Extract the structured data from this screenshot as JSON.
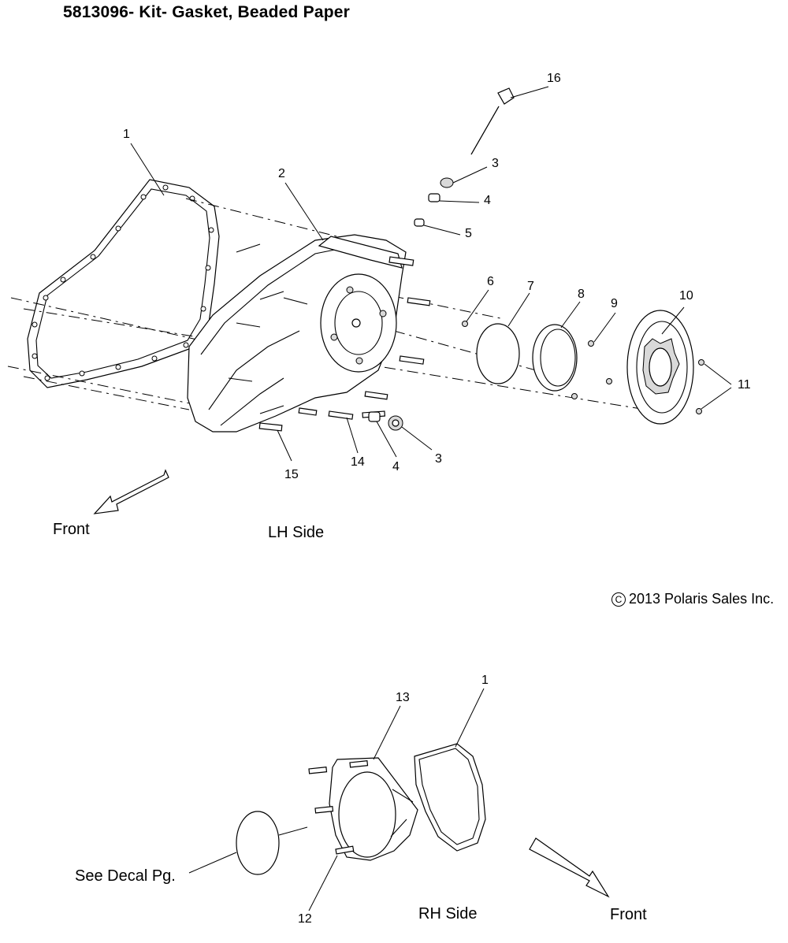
{
  "title": "5813096- Kit- Gasket, Beaded Paper",
  "copyright": "2013 Polaris Sales Inc.",
  "lh_view": {
    "caption": "LH Side",
    "direction": "Front",
    "callouts": [
      "1",
      "2",
      "3",
      "4",
      "5",
      "6",
      "7",
      "8",
      "9",
      "10",
      "11",
      "16",
      "3",
      "4",
      "14",
      "15"
    ]
  },
  "rh_view": {
    "caption": "RH Side",
    "direction": "Front",
    "note": "See Decal Pg.",
    "callouts": [
      "13",
      "1",
      "12"
    ]
  }
}
